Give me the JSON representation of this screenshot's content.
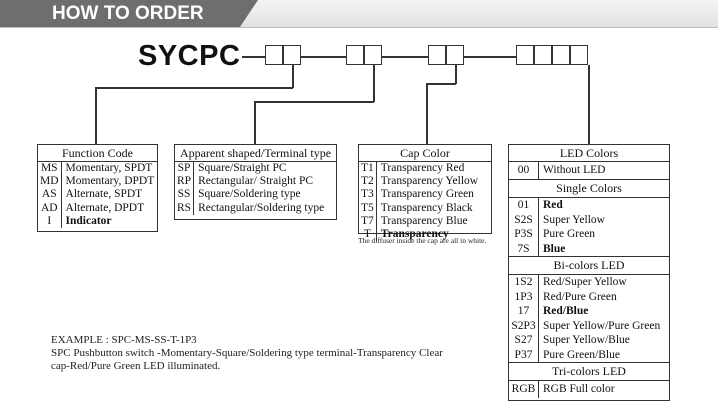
{
  "header": {
    "title": "HOW TO ORDER"
  },
  "model": {
    "prefix": "SYCPC"
  },
  "function_code": {
    "title": "Function Code",
    "rows": [
      {
        "code": "MS",
        "label": "Momentary, SPDT"
      },
      {
        "code": "MD",
        "label": "Momentary, DPDT"
      },
      {
        "code": "AS",
        "label": "Alternate, SPDT"
      },
      {
        "code": "AD",
        "label": "Alternate, DPDT"
      },
      {
        "code": "I",
        "label": "Indicator"
      }
    ]
  },
  "apparent": {
    "title": "Apparent shaped/Terminal type",
    "rows": [
      {
        "code": "SP",
        "label": "Square/Straight PC"
      },
      {
        "code": "RP",
        "label": "Rectangular/ Straight PC"
      },
      {
        "code": "SS",
        "label": "Square/Soldering type"
      },
      {
        "code": "RS",
        "label": "Rectangular/Soldering type"
      }
    ]
  },
  "cap_color": {
    "title": "Cap Color",
    "rows": [
      {
        "code": "T1",
        "label": "Transparency Red"
      },
      {
        "code": "T2",
        "label": "Transparency Yellow"
      },
      {
        "code": "T3",
        "label": "Transparency Green"
      },
      {
        "code": "T5",
        "label": "Transparency Black"
      },
      {
        "code": "T7",
        "label": "Transparency Blue"
      },
      {
        "code": "T",
        "label": "Transparency"
      }
    ],
    "note": "The diffuser inside the cap are all in white."
  },
  "led_colors": {
    "title": "LED Colors",
    "without": {
      "code": "00",
      "label": "Without LED"
    },
    "single_title": "Single Colors",
    "single": [
      {
        "code": "01",
        "label": "Red"
      },
      {
        "code": "S2S",
        "label": "Super Yellow"
      },
      {
        "code": "P3S",
        "label": "Pure Green"
      },
      {
        "code": "7S",
        "label": "Blue"
      }
    ],
    "bi_title": "Bi-colors LED",
    "bi": [
      {
        "code": "1S2",
        "label": "Red/Super Yellow"
      },
      {
        "code": "1P3",
        "label": "Red/Pure Green"
      },
      {
        "code": "17",
        "label": "Red/Blue"
      },
      {
        "code": "S2P3",
        "label": "Super Yellow/Pure Green"
      },
      {
        "code": "S27",
        "label": "Super Yellow/Blue"
      },
      {
        "code": "P37",
        "label": "Pure Green/Blue"
      }
    ],
    "tri_title": "Tri-colors LED",
    "tri": {
      "code": "RGB",
      "label": "RGB Full color"
    }
  },
  "example": {
    "line1": "EXAMPLE : SPC-MS-SS-T-1P3",
    "line2": "SPC Pushbutton switch -Momentary-Square/Soldering type terminal-Transparency Clear",
    "line3": "cap-Red/Pure Green LED illuminated."
  }
}
